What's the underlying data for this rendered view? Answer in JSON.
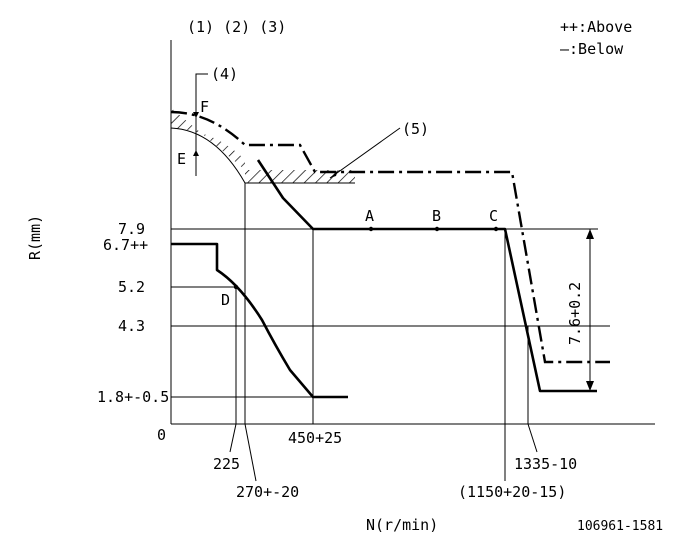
{
  "header": {
    "callouts": "(1) (2) (3)",
    "legend_above": "++:Above",
    "legend_below": "—:Below"
  },
  "axes": {
    "y_label": "R(mm)",
    "x_label": "N(r/min)",
    "origin": "0"
  },
  "y_ticks": {
    "t79": "7.9",
    "t67": "6.7++",
    "t52": "5.2",
    "t43": "4.3",
    "t18": "1.8+-0.5"
  },
  "x_ticks": {
    "t225": "225",
    "t270": "270+-20",
    "t450": "450+25",
    "t1150": "(1150+20-15)",
    "t1335": "1335-10"
  },
  "markers": {
    "a": "A",
    "b": "B",
    "c": "C",
    "d": "D",
    "e": "E",
    "f": "F",
    "n4": "(4)",
    "n5": "(5)"
  },
  "dimension": "7.6+0.2",
  "doc_id": "106961-1581"
}
